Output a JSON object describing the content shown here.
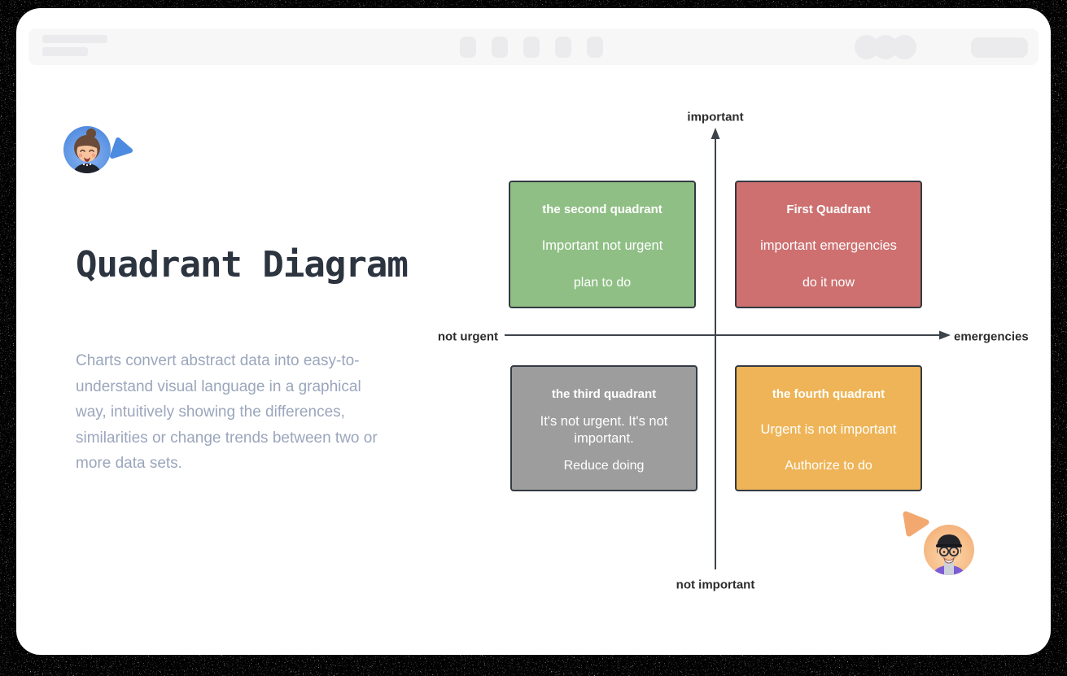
{
  "page": {
    "background_color": "#000000",
    "card_background_color": "#ffffff"
  },
  "left_panel": {
    "title": "Quadrant Diagram",
    "description": "Charts convert abstract data into easy-to-understand visual language in a graphical way, intuitively showing the differences, similarities or change trends between two or more data sets.",
    "title_color": "#2c3440",
    "description_color": "#9ba6bc"
  },
  "diagram": {
    "type": "quadrant",
    "axis_color": "#3d434b",
    "axis_labels": {
      "top": "important",
      "bottom": "not important",
      "left": "not urgent",
      "right": "emergencies"
    },
    "quadrants": [
      {
        "position": "top-left",
        "title": "the second quadrant",
        "description": "Important not urgent",
        "action": "plan to do",
        "color": "#8FBF85"
      },
      {
        "position": "top-right",
        "title": "First Quadrant",
        "description": "important emergencies",
        "action": "do it now",
        "color": "#CE7070"
      },
      {
        "position": "bottom-left",
        "title": "the third quadrant",
        "description": "It's not urgent. It's not important.",
        "action": "Reduce doing",
        "color": "#9D9D9D"
      },
      {
        "position": "bottom-right",
        "title": "the fourth quadrant",
        "description": "Urgent is not important",
        "action": "Authorize to do",
        "color": "#EEB457"
      }
    ]
  },
  "collaborators": [
    {
      "id": "collaborator-1",
      "location": "top-left",
      "cursor_color": "#4d8be0"
    },
    {
      "id": "collaborator-2",
      "location": "bottom-right",
      "cursor_color": "#f2a86e"
    }
  ]
}
